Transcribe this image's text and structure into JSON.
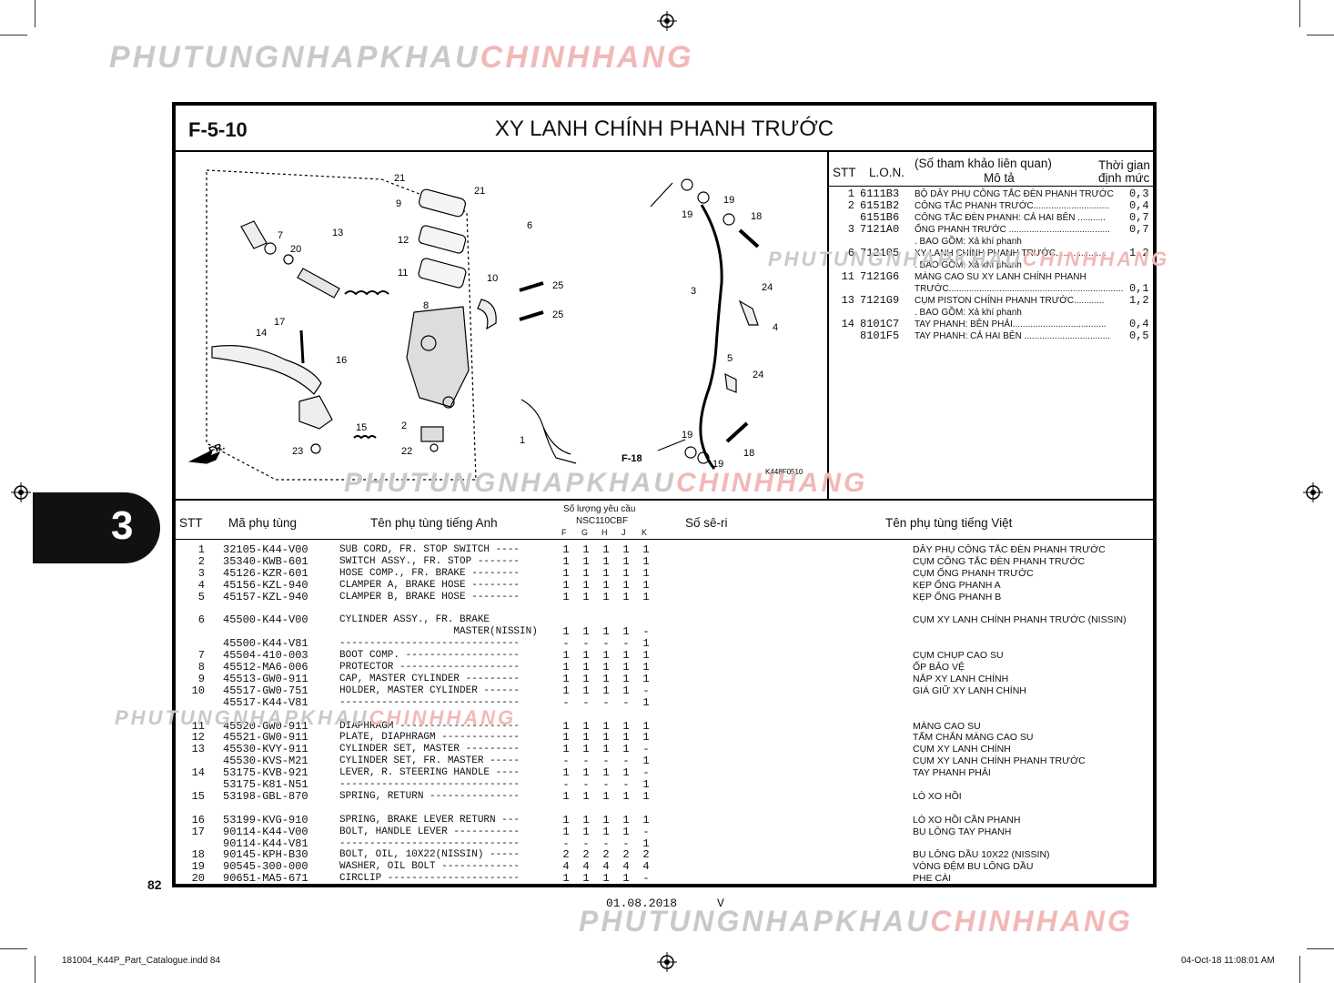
{
  "watermark": {
    "part_a": "PHUTUNGNHAPKHAU",
    "part_b": "CHINHHANG"
  },
  "page": {
    "code": "F-5-10",
    "title": "XY LANH CHÍNH PHANH TRƯỚC",
    "section_number": "3",
    "page_number": "82",
    "date": "01.08.2018",
    "rev": "V",
    "footer_file": "181004_K44P_Part_Catalogue.indd   84",
    "footer_timestamp": "04-Oct-18   11:08:01 AM"
  },
  "diagram": {
    "callouts": [
      "21",
      "21",
      "9",
      "6",
      "7",
      "13",
      "20",
      "12",
      "11",
      "10",
      "25",
      "25",
      "8",
      "17",
      "14",
      "16",
      "2",
      "15",
      "23",
      "22",
      "1",
      "19",
      "19",
      "18",
      "3",
      "24",
      "4",
      "5",
      "24",
      "19",
      "18",
      "19"
    ],
    "fr_label": "FR.",
    "f18_label": "F-18",
    "figure_code": "K448F0510"
  },
  "ref_table": {
    "headers": {
      "stt": "STT",
      "lon": "L.O.N.",
      "desc_top": "(Số tham khảo liên quan)",
      "desc_bottom": "Mô tả",
      "time_top": "Thời gian",
      "time_bottom": "định mức"
    },
    "rows": [
      {
        "stt": "1",
        "lon": "6111B3",
        "desc": "BỘ DÂY PHỤ CÔNG TẮC ĐÈN PHANH TRƯỚC",
        "time": "0,3"
      },
      {
        "stt": "2",
        "lon": "6151B2",
        "desc": "CÔNG TẮC PHANH TRƯỚC..............................",
        "time": "0,4"
      },
      {
        "stt": "",
        "lon": "6151B6",
        "desc": "CÔNG TẮC ĐÈN PHANH: CẢ HAI BÊN ...........",
        "time": "0,7"
      },
      {
        "stt": "3",
        "lon": "7121A0",
        "desc": "ỐNG PHANH TRƯỚC ........................................",
        "time": "0,7"
      },
      {
        "stt": "",
        "lon": "",
        "desc": ". BAO GỒM: Xả khí phanh",
        "time": ""
      },
      {
        "stt": "6",
        "lon": "712105",
        "desc": "XY LANH CHÍNH PHANH TRƯỚC....................",
        "time": "1,2"
      },
      {
        "stt": "",
        "lon": "",
        "desc": ". BAO GỒM: Xả khí phanh",
        "time": ""
      },
      {
        "stt": "11",
        "lon": "7121G6",
        "desc": "MÀNG CAO SU XY LANH CHÍNH PHANH",
        "time": ""
      },
      {
        "stt": "",
        "lon": "",
        "desc": "TRƯỚC.....................................................................",
        "time": "0,1"
      },
      {
        "stt": "13",
        "lon": "7121G9",
        "desc": "CỤM PISTON CHÍNH PHANH TRƯỚC............",
        "time": "1,2"
      },
      {
        "stt": "",
        "lon": "",
        "desc": ". BAO GỒM: Xả khí phanh",
        "time": ""
      },
      {
        "stt": "14",
        "lon": "8101C7",
        "desc": "TAY PHANH: BÊN PHẢI.....................................",
        "time": "0,4"
      },
      {
        "stt": "",
        "lon": "8101F5",
        "desc": "TAY PHANH: CẢ HAI BÊN ..................................",
        "time": "0,5"
      }
    ]
  },
  "parts_table": {
    "headers": {
      "stt": "STT",
      "part_no": "Mã phụ tùng",
      "name_en": "Tên phụ tùng tiếng Anh",
      "qty_title": "Số lượng yêu cầu",
      "model": "NSC110CBF",
      "qty_cols": [
        "F",
        "G",
        "H",
        "J",
        "K"
      ],
      "serial": "Số sê-ri",
      "name_vi": "Tên phụ tùng tiếng Việt"
    },
    "rows": [
      {
        "stt": "1",
        "part_no": "32105-K44-V00",
        "name_en": "SUB CORD, FR. STOP SWITCH ----",
        "qty": [
          "1",
          "1",
          "1",
          "1",
          "1"
        ],
        "name_vi": "DÂY PHỤ CÔNG TẮC ĐÈN PHANH TRƯỚC"
      },
      {
        "stt": "2",
        "part_no": "35340-KWB-601",
        "name_en": "SWITCH ASSY., FR. STOP -------",
        "qty": [
          "1",
          "1",
          "1",
          "1",
          "1"
        ],
        "name_vi": "CỤM CÔNG TẮC ĐÈN PHANH TRƯỚC"
      },
      {
        "stt": "3",
        "part_no": "45126-KZR-601",
        "name_en": "HOSE COMP., FR. BRAKE --------",
        "qty": [
          "1",
          "1",
          "1",
          "1",
          "1"
        ],
        "name_vi": "CỤM ỐNG PHANH TRƯỚC"
      },
      {
        "stt": "4",
        "part_no": "45156-KZL-940",
        "name_en": "CLAMPER A, BRAKE HOSE --------",
        "qty": [
          "1",
          "1",
          "1",
          "1",
          "1"
        ],
        "name_vi": "KẸP ỐNG PHANH A"
      },
      {
        "stt": "5",
        "part_no": "45157-KZL-940",
        "name_en": "CLAMPER B, BRAKE HOSE --------",
        "qty": [
          "1",
          "1",
          "1",
          "1",
          "1"
        ],
        "name_vi": "KẸP ỐNG PHANH B"
      },
      {
        "stt": "",
        "part_no": "",
        "name_en": "",
        "qty": [
          "",
          "",
          "",
          "",
          ""
        ],
        "name_vi": ""
      },
      {
        "stt": "6",
        "part_no": "45500-K44-V00",
        "name_en": "CYLINDER ASSY., FR. BRAKE",
        "qty": [
          "",
          "",
          "",
          "",
          ""
        ],
        "name_vi": "CỤM XY LANH CHÍNH PHANH TRƯỚC (NISSIN)"
      },
      {
        "stt": "",
        "part_no": "",
        "name_en": "                   MASTER(NISSIN)",
        "qty": [
          "1",
          "1",
          "1",
          "1",
          "-"
        ],
        "name_vi": ""
      },
      {
        "stt": "",
        "part_no": "45500-K44-V81",
        "name_en": "------------------------------",
        "qty": [
          "-",
          "-",
          "-",
          "-",
          "1"
        ],
        "name_vi": ""
      },
      {
        "stt": "7",
        "part_no": "45504-410-003",
        "name_en": "BOOT COMP. -------------------",
        "qty": [
          "1",
          "1",
          "1",
          "1",
          "1"
        ],
        "name_vi": "CỤM CHỤP CAO SU"
      },
      {
        "stt": "8",
        "part_no": "45512-MA6-006",
        "name_en": "PROTECTOR --------------------",
        "qty": [
          "1",
          "1",
          "1",
          "1",
          "1"
        ],
        "name_vi": "ỐP BẢO VỆ"
      },
      {
        "stt": "9",
        "part_no": "45513-GW0-911",
        "name_en": "CAP, MASTER CYLINDER ---------",
        "qty": [
          "1",
          "1",
          "1",
          "1",
          "1"
        ],
        "name_vi": "NẮP XY LANH CHÍNH"
      },
      {
        "stt": "10",
        "part_no": "45517-GW0-751",
        "name_en": "HOLDER, MASTER CYLINDER ------",
        "qty": [
          "1",
          "1",
          "1",
          "1",
          "-"
        ],
        "name_vi": "GIÁ GIỮ XY LANH CHÍNH"
      },
      {
        "stt": "",
        "part_no": "45517-K44-V81",
        "name_en": "------------------------------",
        "qty": [
          "-",
          "-",
          "-",
          "-",
          "1"
        ],
        "name_vi": ""
      },
      {
        "stt": "",
        "part_no": "",
        "name_en": "",
        "qty": [
          "",
          "",
          "",
          "",
          ""
        ],
        "name_vi": ""
      },
      {
        "stt": "11",
        "part_no": "45520-GW0-911",
        "name_en": "DIAPHRAGM --------------------",
        "qty": [
          "1",
          "1",
          "1",
          "1",
          "1"
        ],
        "name_vi": "MÀNG CAO SU"
      },
      {
        "stt": "12",
        "part_no": "45521-GW0-911",
        "name_en": "PLATE, DIAPHRAGM -------------",
        "qty": [
          "1",
          "1",
          "1",
          "1",
          "1"
        ],
        "name_vi": "TẤM CHẮN MÀNG CAO SU"
      },
      {
        "stt": "13",
        "part_no": "45530-KVY-911",
        "name_en": "CYLINDER SET, MASTER ---------",
        "qty": [
          "1",
          "1",
          "1",
          "1",
          "-"
        ],
        "name_vi": "CỤM XY LANH CHÍNH"
      },
      {
        "stt": "",
        "part_no": "45530-KVS-M21",
        "name_en": "CYLINDER SET, FR. MASTER -----",
        "qty": [
          "-",
          "-",
          "-",
          "-",
          "1"
        ],
        "name_vi": "CỤM XY LANH CHÍNH PHANH TRƯỚC"
      },
      {
        "stt": "14",
        "part_no": "53175-KVB-921",
        "name_en": "LEVER, R. STEERING HANDLE ----",
        "qty": [
          "1",
          "1",
          "1",
          "1",
          "-"
        ],
        "name_vi": "TAY PHANH PHẢI"
      },
      {
        "stt": "",
        "part_no": "53175-K81-N51",
        "name_en": "------------------------------",
        "qty": [
          "-",
          "-",
          "-",
          "-",
          "1"
        ],
        "name_vi": ""
      },
      {
        "stt": "15",
        "part_no": "53198-GBL-870",
        "name_en": "SPRING, RETURN ---------------",
        "qty": [
          "1",
          "1",
          "1",
          "1",
          "1"
        ],
        "name_vi": "LÒ XO HỒI"
      },
      {
        "stt": "",
        "part_no": "",
        "name_en": "",
        "qty": [
          "",
          "",
          "",
          "",
          ""
        ],
        "name_vi": ""
      },
      {
        "stt": "16",
        "part_no": "53199-KVG-910",
        "name_en": "SPRING, BRAKE LEVER RETURN ---",
        "qty": [
          "1",
          "1",
          "1",
          "1",
          "1"
        ],
        "name_vi": "LÒ XO HỒI CẦN PHANH"
      },
      {
        "stt": "17",
        "part_no": "90114-K44-V00",
        "name_en": "BOLT, HANDLE LEVER -----------",
        "qty": [
          "1",
          "1",
          "1",
          "1",
          "-"
        ],
        "name_vi": "BU LÔNG TAY PHANH"
      },
      {
        "stt": "",
        "part_no": "90114-K44-V81",
        "name_en": "------------------------------",
        "qty": [
          "-",
          "-",
          "-",
          "-",
          "1"
        ],
        "name_vi": ""
      },
      {
        "stt": "18",
        "part_no": "90145-KPH-B30",
        "name_en": "BOLT, OIL, 10X22(NISSIN) -----",
        "qty": [
          "2",
          "2",
          "2",
          "2",
          "2"
        ],
        "name_vi": "BU LÔNG DẦU 10X22 (NISSIN)"
      },
      {
        "stt": "19",
        "part_no": "90545-300-000",
        "name_en": "WASHER, OIL BOLT -------------",
        "qty": [
          "4",
          "4",
          "4",
          "4",
          "4"
        ],
        "name_vi": "VÒNG ĐỆM BU LÔNG DẦU"
      },
      {
        "stt": "20",
        "part_no": "90651-MA5-671",
        "name_en": "CIRCLIP ----------------------",
        "qty": [
          "1",
          "1",
          "1",
          "1",
          "-"
        ],
        "name_vi": "PHE CÀI"
      }
    ]
  }
}
